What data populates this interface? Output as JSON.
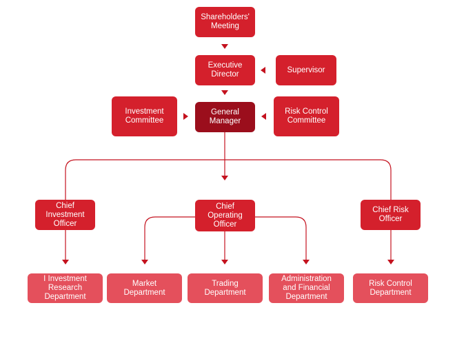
{
  "colors": {
    "primary": "#d4202c",
    "highlight": "#9b0e1c",
    "department": "#e4505c",
    "connector": "#c4121e"
  },
  "nodes": {
    "shareholders_meeting": "Shareholders'\nMeeting",
    "executive_director": "Executive\nDirector",
    "supervisor": "Supervisor",
    "investment_committee": "Investment\nCommittee",
    "general_manager": "General\nManager",
    "risk_control_committee": "Risk Control\nCommittee",
    "chief_investment_officer": "Chief\nInvestment\nOfficer",
    "chief_operating_officer": "Chief\nOperating\nOfficer",
    "chief_risk_officer": "Chief Risk\nOfficer",
    "investment_research_department": "I Investment\nResearch\nDepartment",
    "market_department": "Market\nDepartment",
    "trading_department": "Trading\nDepartment",
    "administration_financial_department": "Administration\nand Financial\nDepartment",
    "risk_control_department": "Risk Control\nDepartment"
  }
}
